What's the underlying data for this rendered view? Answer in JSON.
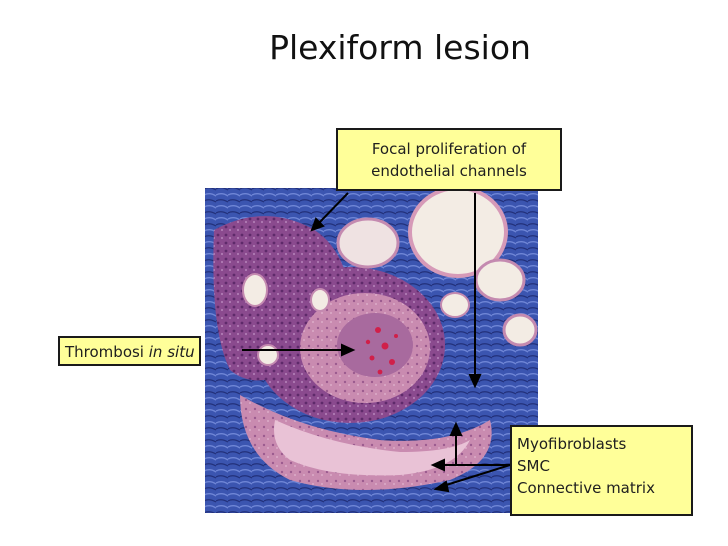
{
  "slide": {
    "title": "Plexiform lesion"
  },
  "callouts": {
    "focal": {
      "line1": "Focal proliferation of",
      "line2": "endothelial channels"
    },
    "thrombosis": {
      "text": "Thrombosi",
      "italic": "in situ"
    },
    "cells": {
      "line1": "Myofibroblasts",
      "line2": "SMC",
      "line3": "Connective matrix"
    }
  },
  "image": {
    "subject": "histology-micrograph",
    "stain_colors": {
      "collagen_blue": "#3b55b0",
      "tissue_purple": "#8a4a8e",
      "cytoplasm_pink": "#d69ab8",
      "lumen": "#f3ece4",
      "rbc_red": "#d0204a"
    }
  },
  "colors": {
    "label_fill": "#ffff99",
    "label_border": "#1a1a1a",
    "arrow": "#000000"
  }
}
